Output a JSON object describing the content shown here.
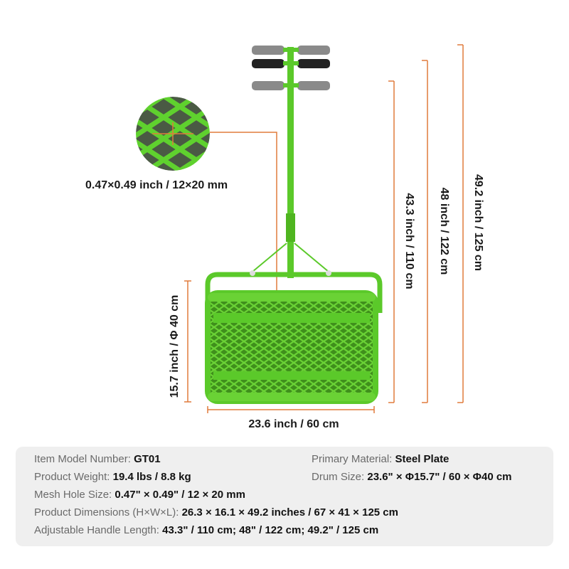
{
  "dimensions": {
    "mesh_hole": "0.47×0.49 inch / 12×20 mm",
    "drum_diameter": "15.7 inch / Φ 40 cm",
    "drum_width": "23.6 inch / 60 cm",
    "handle_low": "43.3 inch / 110 cm",
    "handle_mid": "48 inch / 122 cm",
    "handle_high": "49.2 inch / 125 cm"
  },
  "colors": {
    "product_green": "#5bc92a",
    "dimension_line": "#e07b3c",
    "grip_gray": "#8a8a8a",
    "grip_black": "#222222",
    "panel_bg": "#efefef"
  },
  "specs": {
    "model_label": "Item Model Number:",
    "model_value": "GT01",
    "material_label": "Primary Material:",
    "material_value": "Steel Plate",
    "weight_label": "Product Weight:",
    "weight_value": "19.4 lbs / 8.8 kg",
    "drum_label": "Drum Size:",
    "drum_value": "23.6\" × Φ15.7\" / 60 × Φ40 cm",
    "mesh_label": "Mesh Hole Size:",
    "mesh_value": "0.47\" × 0.49\" / 12 × 20 mm",
    "dims_label": "Product Dimensions (H×W×L):",
    "dims_value": "26.3 × 16.1 × 49.2 inches / 67 × 41 × 125 cm",
    "handle_label": "Adjustable Handle Length:",
    "handle_value": "43.3\" / 110 cm; 48\" / 122 cm; 49.2\" / 125 cm"
  }
}
